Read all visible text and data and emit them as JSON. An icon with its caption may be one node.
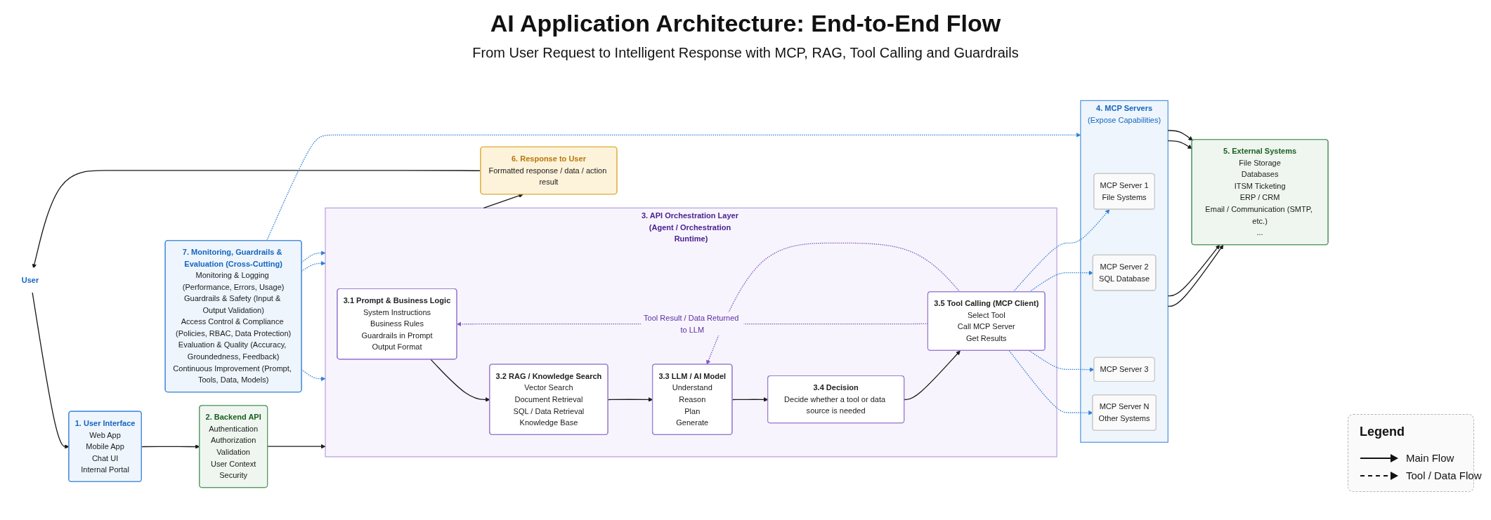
{
  "diagram": {
    "title": "AI Application Architecture: End-to-End Flow",
    "nodes": [
      {
        "text": [
          "User"
        ]
      },
      {
        "text": [
          "1. User Interface",
          "Web App",
          "Mobile App",
          "Chat UI",
          "Internal Portal"
        ]
      },
      {
        "text": [
          "2. Backend API",
          "Authentication",
          "Authorization",
          "Validation",
          "User Context",
          "Security"
        ]
      },
      {
        "text": [
          "3. API Orchestration Layer (Agent / Orchestration Runtime)"
        ]
      },
      {
        "text": [
          "3.1 Prompt & Business Logic",
          "System Instructions",
          "Business Rules",
          "Guardrails in Prompt",
          "Output Format"
        ],
        "in": 3
      },
      {
        "text": [
          "3.2 RAG / Knowledge Search",
          "Vector Search",
          "Document Retrieval",
          "SQL / Data Retrieval",
          "Knowledge Base"
        ],
        "in": 3
      },
      {
        "text": [
          "3.3 LLM / AI Model",
          "Understand",
          "Reason",
          "Plan",
          "Generate"
        ],
        "in": 3
      },
      {
        "text": [
          "3.4 Decision",
          "Decide whether a tool or data source is needed"
        ],
        "in": 3
      },
      {
        "text": [
          "3.5 Tool Calling (MCP Client)",
          "Select Tool",
          "Call MCP Server",
          "Get Results"
        ],
        "in": 3
      },
      {
        "text": [
          "4. MCP Servers",
          "(Expose Capabilities)"
        ]
      },
      {
        "text": [
          "MCP Server 1",
          "File Systems"
        ],
        "in": 9
      },
      {
        "text": [
          "MCP Server 2",
          "SQL Database"
        ],
        "in": 9
      },
      {
        "text": [
          "MCP Server 3"
        ],
        "in": 9
      },
      {
        "text": [
          "MCP Server N",
          "Other Systems"
        ],
        "in": 9
      },
      {
        "text": [
          "5. External Systems",
          "File Storage",
          "Databases",
          "ITSM Ticketing",
          "ERP / CRM",
          "Email / Communication (SMTP, etc.)",
          "..."
        ]
      },
      {
        "text": [
          "6. Response to User",
          "Formatted response / data / action result"
        ]
      },
      {
        "text": [
          "7. Monitoring, Guardrails & Evaluation (Cross-Cutting)",
          "Monitoring & Logging (Performance, Errors, Usage)",
          "Guardrails & Safety (Input & Output Validation)",
          "Access Control & Compliance (Policies, RBAC, Data Protection)",
          "Evaluation & Quality (Accuracy, Groundedness, Feedback)",
          "Continuous Improvement (Prompt, Tools, Data, Models)"
        ]
      }
    ],
    "edges": [
      {
        "from": 0,
        "to": 1,
        "arrow": "to"
      },
      {
        "from": 1,
        "to": 2,
        "arrow": "to"
      },
      {
        "from": 2,
        "to": 3,
        "arrow": "to"
      },
      {
        "from": 4,
        "to": 5,
        "arrow": "to"
      },
      {
        "from": 5,
        "to": 6,
        "arrow": "to"
      },
      {
        "from": 6,
        "to": 7,
        "arrow": "to"
      },
      {
        "from": 7,
        "to": 8,
        "arrow": "to"
      },
      {
        "from": 8,
        "to": 10,
        "arrow": "to",
        "style": "dashed",
        "color": "#2f7ed8"
      },
      {
        "from": 8,
        "to": 11,
        "arrow": "to",
        "style": "dashed",
        "color": "#2f7ed8"
      },
      {
        "from": 8,
        "to": 12,
        "arrow": "to",
        "style": "dashed",
        "color": "#2f7ed8"
      },
      {
        "from": 8,
        "to": 13,
        "arrow": "to",
        "style": "dashed",
        "color": "#2f7ed8"
      },
      {
        "from": 9,
        "to": 14,
        "arrow": "to"
      },
      {
        "from": 9,
        "to": 14,
        "arrow": "to"
      },
      {
        "from": 9,
        "to": 14,
        "arrow": "to"
      },
      {
        "from": 9,
        "to": 14,
        "arrow": "to"
      },
      {
        "from": 8,
        "to": 4,
        "arrow": "to",
        "label": "Tool Result / Data Returned to LLM",
        "style": "dashed",
        "color": "#7e57c2"
      },
      {
        "from": 8,
        "to": 6,
        "arrow": "to",
        "style": "dashed",
        "color": "#7e57c2"
      },
      {
        "from": 3,
        "to": 15,
        "arrow": "to"
      },
      {
        "from": 15,
        "to": 0,
        "arrow": "to"
      },
      {
        "from": 16,
        "to": 3,
        "arrow": "to",
        "style": "dashed",
        "color": "#2f7ed8"
      },
      {
        "from": 16,
        "to": 3,
        "arrow": "to",
        "style": "dashed",
        "color": "#2f7ed8"
      },
      {
        "from": 16,
        "to": 3,
        "arrow": "to",
        "style": "dashed",
        "color": "#2f7ed8"
      },
      {
        "from": 16,
        "to": 9,
        "arrow": "to",
        "style": "dashed",
        "color": "#2f7ed8"
      }
    ],
    "labels": [
      "From User Request to Intelligent Response with MCP, RAG, Tool Calling and Guardrails",
      "Legend"
    ],
    "legend": [
      {
        "text": "Main Flow"
      },
      {
        "text": "Tool / Data Flow"
      }
    ]
  }
}
